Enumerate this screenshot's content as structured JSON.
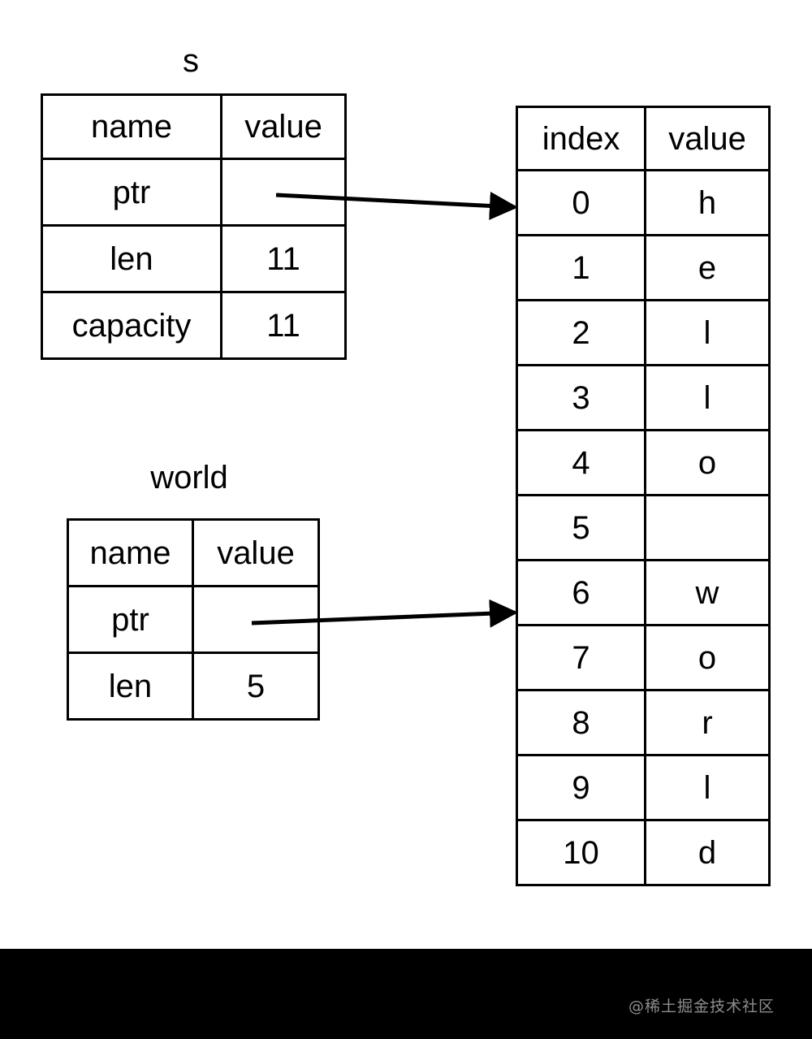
{
  "diagram": {
    "title_s": "s",
    "title_world": "world",
    "struct_s": {
      "headers": [
        "name",
        "value"
      ],
      "rows": [
        {
          "name": "ptr",
          "value": ""
        },
        {
          "name": "len",
          "value": "11"
        },
        {
          "name": "capacity",
          "value": "11"
        }
      ]
    },
    "struct_world": {
      "headers": [
        "name",
        "value"
      ],
      "rows": [
        {
          "name": "ptr",
          "value": ""
        },
        {
          "name": "len",
          "value": "5"
        }
      ]
    },
    "buffer": {
      "headers": [
        "index",
        "value"
      ],
      "rows": [
        {
          "index": "0",
          "value": "h"
        },
        {
          "index": "1",
          "value": "e"
        },
        {
          "index": "2",
          "value": "l"
        },
        {
          "index": "3",
          "value": "l"
        },
        {
          "index": "4",
          "value": "o"
        },
        {
          "index": "5",
          "value": ""
        },
        {
          "index": "6",
          "value": "w"
        },
        {
          "index": "7",
          "value": "o"
        },
        {
          "index": "8",
          "value": "r"
        },
        {
          "index": "9",
          "value": "l"
        },
        {
          "index": "10",
          "value": "d"
        }
      ]
    },
    "arrows": [
      {
        "name": "s-ptr-to-index-0",
        "from": "s.ptr",
        "to": "buffer index 0"
      },
      {
        "name": "world-ptr-to-index-6",
        "from": "world.ptr",
        "to": "buffer index 6"
      }
    ]
  },
  "footer": {
    "watermark": "@稀土掘金技术社区"
  },
  "colors": {
    "stroke": "#000000",
    "background": "#ffffff",
    "footer_background": "#000000",
    "watermark_text": "#8d8d8d"
  }
}
